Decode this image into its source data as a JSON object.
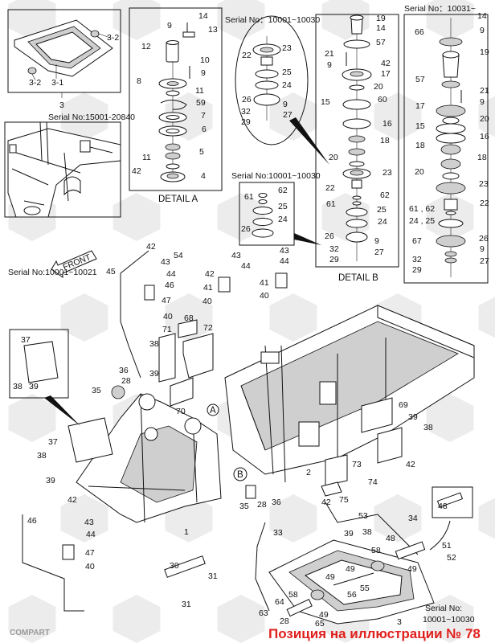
{
  "headers": {
    "serial_15001": "Serial No:15001-20840",
    "serial_10001_a": "Serial No：10001~10030",
    "serial_10001_b": "Serial No:10001~10030",
    "serial_10031": "Serial No：10031~",
    "serial_10021": "Serial No:10001~10021",
    "serial_bottom_1": "Serial No:",
    "serial_bottom_2": "10001~10030",
    "detail_a": "DETAIL A",
    "detail_b": "DETAIL B",
    "front": "FRONT",
    "marker_a": "A",
    "marker_b": "B"
  },
  "caption": "Позиция на иллюстрации № 78",
  "watermark": "COMPART",
  "callouts": [
    "3-2",
    "3-2",
    "3-1",
    "3",
    "14",
    "9",
    "13",
    "12",
    "10",
    "9",
    "8",
    "11",
    "59",
    "7",
    "6",
    "5",
    "11",
    "42",
    "4",
    "23",
    "22",
    "25",
    "24",
    "26",
    "9",
    "32",
    "27",
    "29",
    "62",
    "61",
    "25",
    "24",
    "26",
    "19",
    "14",
    "57",
    "21",
    "9",
    "42",
    "17",
    "20",
    "60",
    "15",
    "16",
    "18",
    "20",
    "23",
    "22",
    "62",
    "61",
    "25",
    "24",
    "26",
    "9",
    "32",
    "27",
    "29",
    "14",
    "66",
    "9",
    "19",
    "57",
    "21",
    "9",
    "17",
    "20",
    "15",
    "16",
    "18",
    "18",
    "20",
    "23",
    "22",
    "61 , 62",
    "24 , 25",
    "26",
    "67",
    "9",
    "32",
    "27",
    "29",
    "42",
    "54",
    "45",
    "43",
    "44",
    "46",
    "47",
    "40",
    "42",
    "43",
    "44",
    "41",
    "40",
    "43",
    "44",
    "41",
    "40",
    "71",
    "68",
    "72",
    "38",
    "39",
    "70",
    "36",
    "28",
    "35",
    "2",
    "69",
    "39",
    "38",
    "73",
    "42",
    "74",
    "75",
    "1",
    "35",
    "28",
    "36",
    "37",
    "38",
    "39",
    "37",
    "38",
    "39",
    "42",
    "46",
    "43",
    "44",
    "47",
    "40",
    "30",
    "31",
    "31",
    "42",
    "53",
    "39",
    "38",
    "33",
    "34",
    "48",
    "51",
    "52",
    "58",
    "48",
    "49",
    "49",
    "49",
    "55",
    "56",
    "58",
    "64",
    "49",
    "63",
    "65",
    "28",
    "3"
  ],
  "colors": {
    "caption": "#e0201c",
    "ink": "#111111",
    "watermark": "#e4e4e4"
  }
}
